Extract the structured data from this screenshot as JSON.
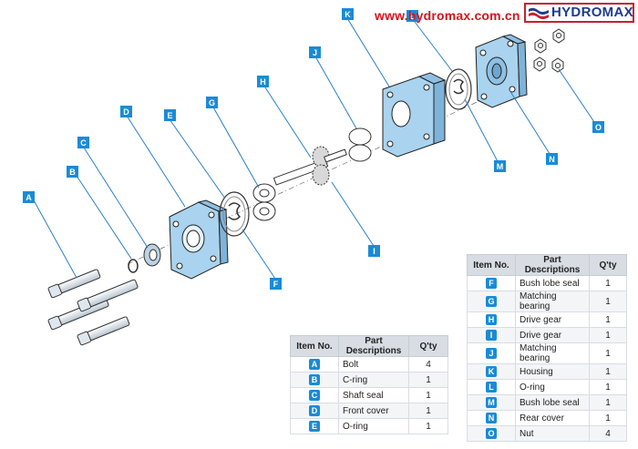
{
  "website_url": "www.hydromax.com.cn",
  "brand": {
    "name": "HYDROMAX"
  },
  "callout_labels": [
    "A",
    "B",
    "C",
    "D",
    "E",
    "F",
    "G",
    "H",
    "I",
    "J",
    "K",
    "L",
    "M",
    "N",
    "O"
  ],
  "table_left": {
    "headers": {
      "item": "Item No.",
      "desc": "Part Descriptions",
      "qty": "Q'ty"
    },
    "rows": [
      {
        "item": "A",
        "desc": "Bolt",
        "qty": "4"
      },
      {
        "item": "B",
        "desc": "C-ring",
        "qty": "1"
      },
      {
        "item": "C",
        "desc": "Shaft seal",
        "qty": "1"
      },
      {
        "item": "D",
        "desc": "Front cover",
        "qty": "1"
      },
      {
        "item": "E",
        "desc": "O-ring",
        "qty": "1"
      }
    ]
  },
  "table_right": {
    "headers": {
      "item": "Item No.",
      "desc": "Part Descriptions",
      "qty": "Q'ty"
    },
    "rows": [
      {
        "item": "F",
        "desc": "Bush lobe seal",
        "qty": "1"
      },
      {
        "item": "G",
        "desc": "Matching bearing",
        "qty": "1"
      },
      {
        "item": "H",
        "desc": "Drive gear",
        "qty": "1"
      },
      {
        "item": "I",
        "desc": "Drive gear",
        "qty": "1"
      },
      {
        "item": "J",
        "desc": "Matching bearing",
        "qty": "1"
      },
      {
        "item": "K",
        "desc": "Housing",
        "qty": "1"
      },
      {
        "item": "L",
        "desc": "O-ring",
        "qty": "1"
      },
      {
        "item": "M",
        "desc": "Bush lobe seal",
        "qty": "1"
      },
      {
        "item": "N",
        "desc": "Rear cover",
        "qty": "1"
      },
      {
        "item": "O",
        "desc": "Nut",
        "qty": "4"
      }
    ]
  },
  "colors": {
    "part_blue": "#a9d3ef",
    "part_outline": "#222222",
    "callout_badge": "#1a8bd6",
    "leader_line": "#2a7fc8",
    "url_red": "#d4141c",
    "brand_blue": "#1d3b8f"
  }
}
